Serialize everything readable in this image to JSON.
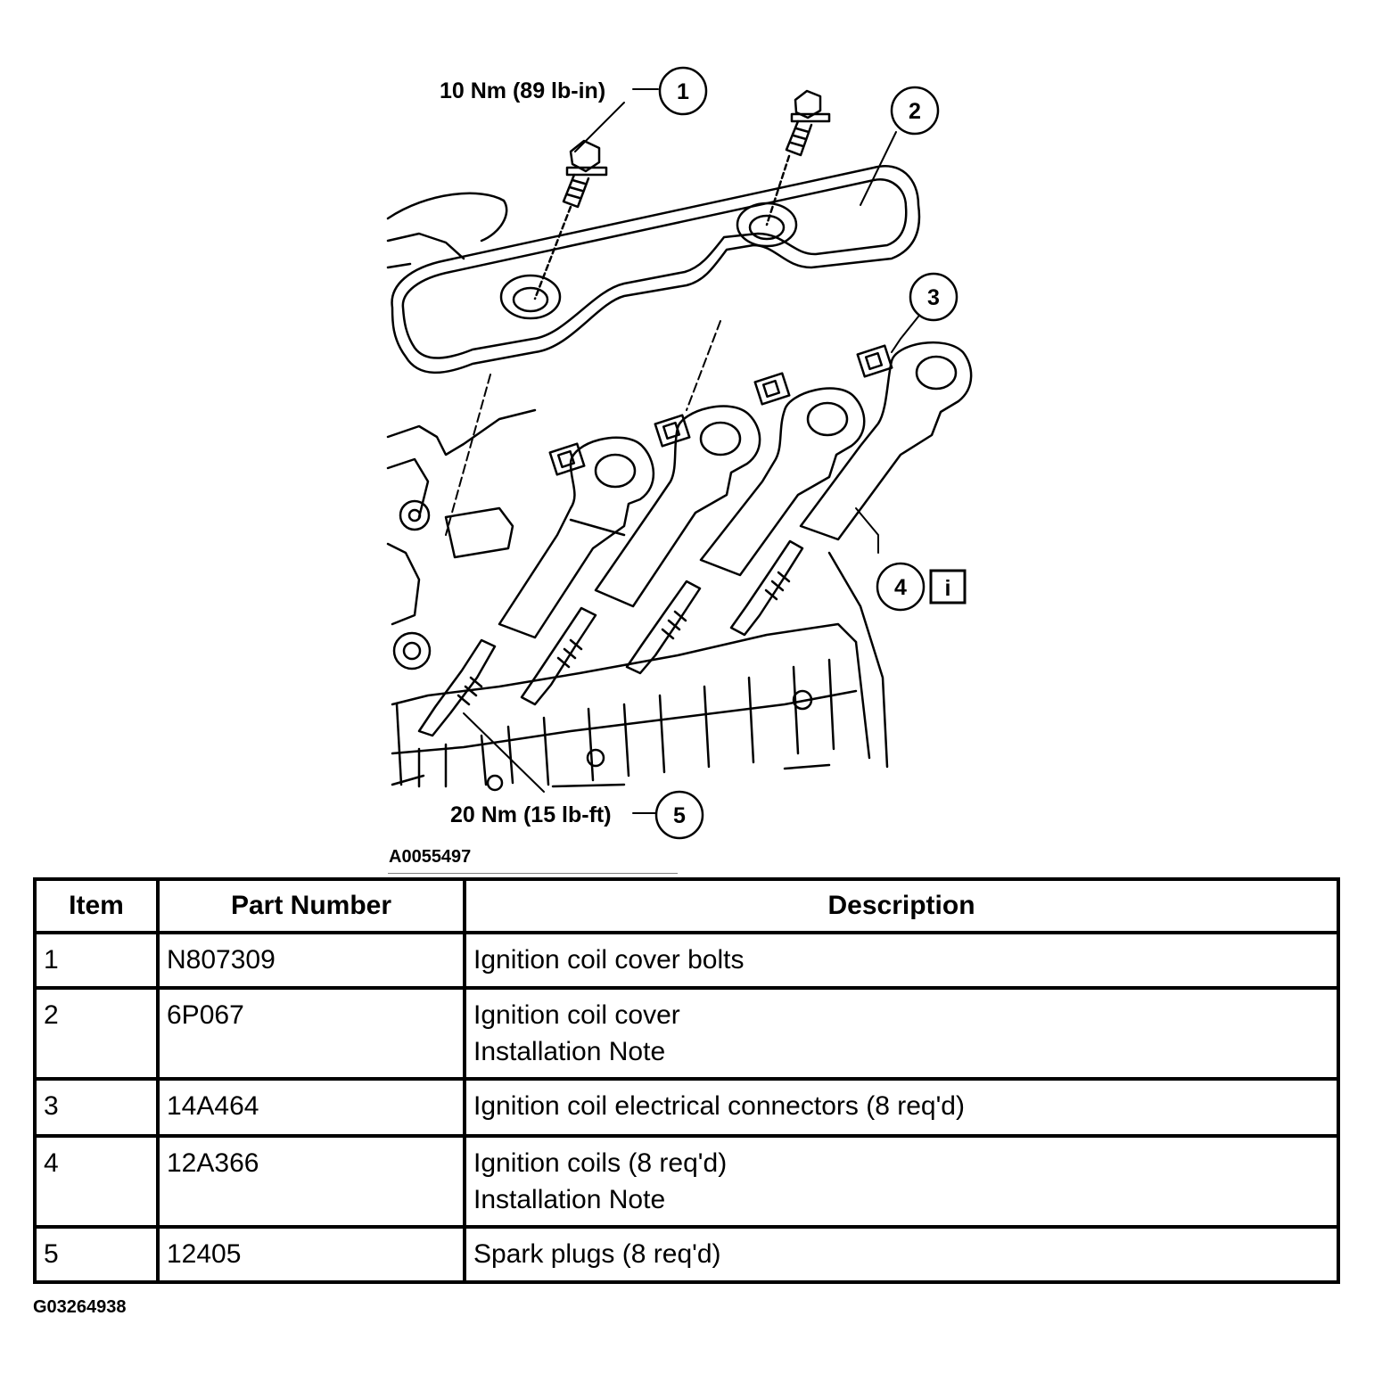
{
  "diagram": {
    "callouts": [
      {
        "number": "1",
        "torque": "10 Nm (89 lb-in)"
      },
      {
        "number": "2",
        "torque": ""
      },
      {
        "number": "3",
        "torque": ""
      },
      {
        "number": "4",
        "torque": ""
      },
      {
        "number": "5",
        "torque": "20 Nm (15 lb-ft)"
      }
    ],
    "info_icon": "i",
    "figure_id": "A0055497"
  },
  "table": {
    "headers": [
      "Item",
      "Part Number",
      "Description"
    ],
    "rows": [
      {
        "item": "1",
        "part": "N807309",
        "desc": [
          "Ignition coil cover bolts"
        ]
      },
      {
        "item": "2",
        "part": "6P067",
        "desc": [
          "Ignition coil cover",
          "Installation Note"
        ]
      },
      {
        "item": "3",
        "part": "14A464",
        "desc": [
          "Ignition coil electrical connectors (8 req'd)"
        ]
      },
      {
        "item": "4",
        "part": "12A366",
        "desc": [
          "Ignition coils (8 req'd)",
          "Installation Note"
        ]
      },
      {
        "item": "5",
        "part": "12405",
        "desc": [
          "Spark plugs (8 req'd)"
        ]
      }
    ],
    "footer_id": "G03264938"
  }
}
